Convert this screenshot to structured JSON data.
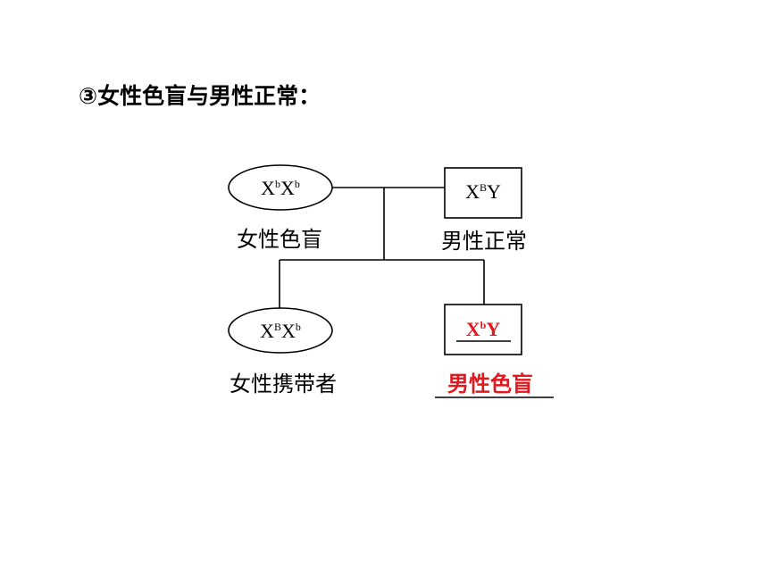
{
  "heading": "③女性色盲与男性正常：",
  "parents": {
    "mother": {
      "shape": "ellipse",
      "genotype": {
        "base1": "X",
        "sup1": "b",
        "base2": "X",
        "sup2": "b"
      },
      "label": "女性色盲"
    },
    "father": {
      "shape": "square",
      "genotype": {
        "base1": "X",
        "sup1": "B",
        "base2": "Y"
      },
      "label": "男性正常"
    }
  },
  "children": {
    "daughter": {
      "shape": "ellipse",
      "genotype": {
        "base1": "X",
        "sup1": "B",
        "base2": "X",
        "sup2": "b"
      },
      "label": "女性携带者"
    },
    "son": {
      "shape": "square",
      "genotype": {
        "base1": "X",
        "sup1": "b",
        "base2": "Y"
      },
      "label": "男性色盲",
      "highlight_color": "#e0191e"
    }
  }
}
